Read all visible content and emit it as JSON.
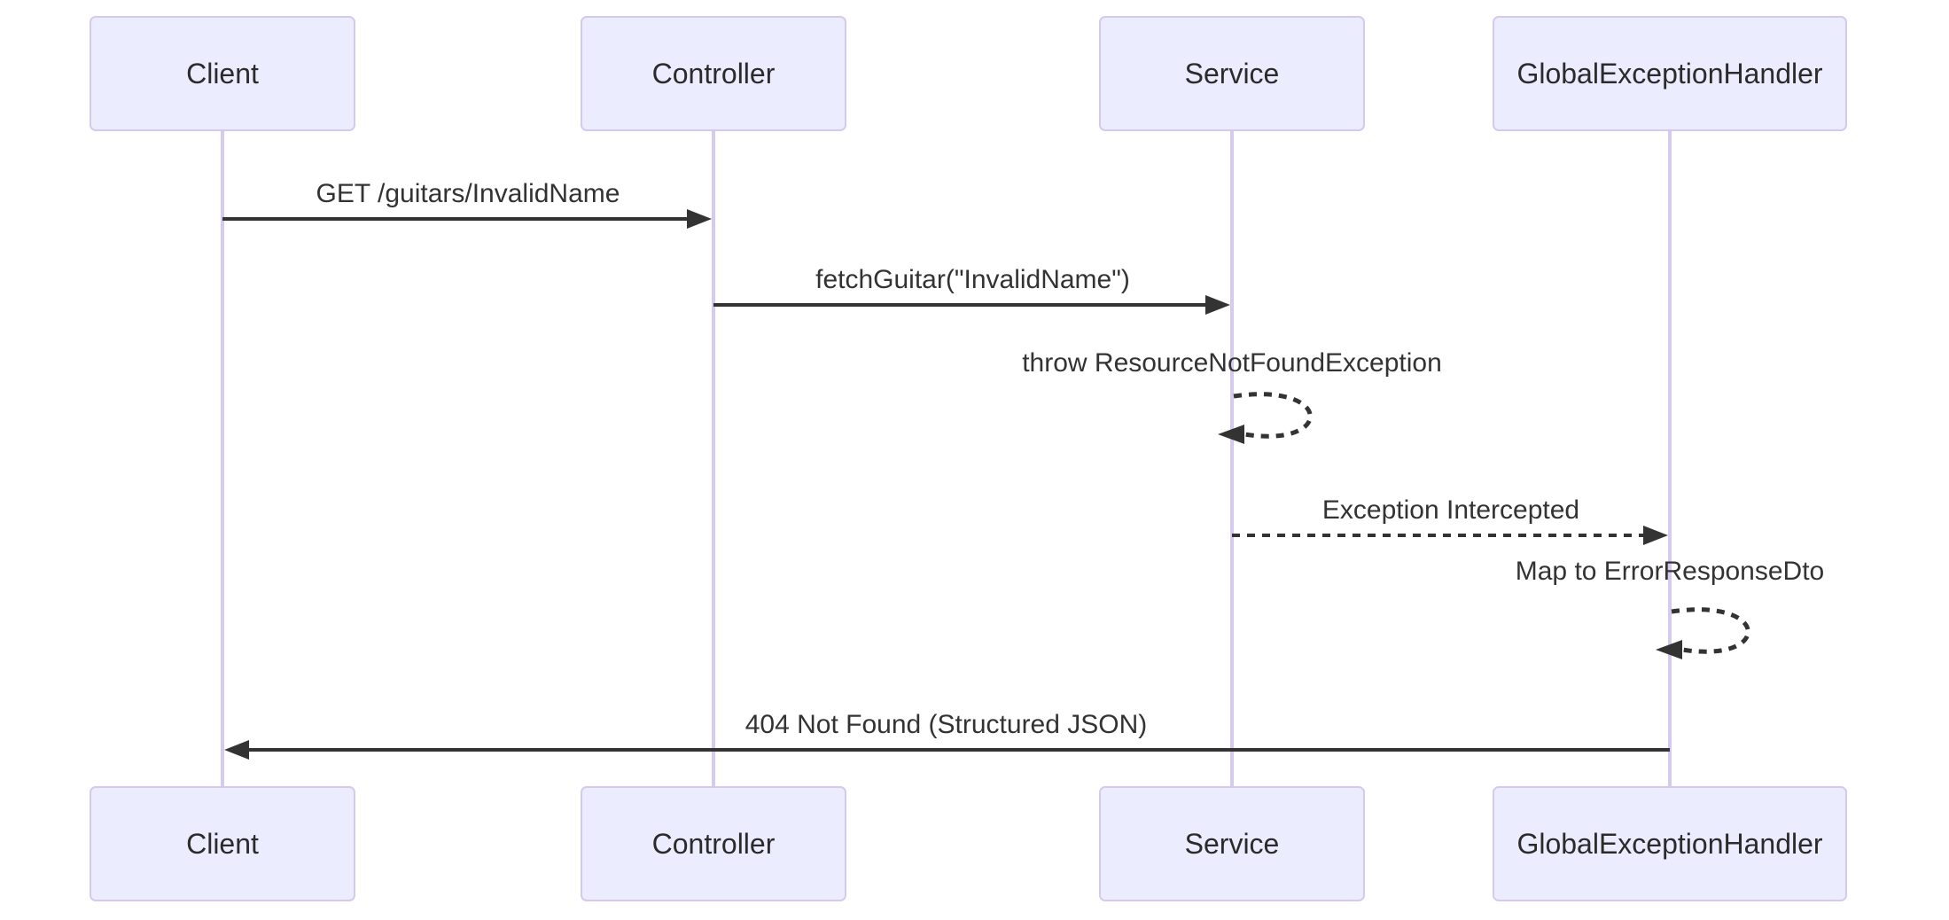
{
  "diagram": {
    "type": "sequence-diagram",
    "actors": [
      {
        "id": "client",
        "label": "Client"
      },
      {
        "id": "controller",
        "label": "Controller"
      },
      {
        "id": "service",
        "label": "Service"
      },
      {
        "id": "global-exception-handler",
        "label": "GlobalExceptionHandler"
      }
    ],
    "messages": [
      {
        "from": "client",
        "to": "controller",
        "label": "GET /guitars/InvalidName",
        "line": "solid",
        "kind": "message"
      },
      {
        "from": "controller",
        "to": "service",
        "label": "fetchGuitar(\"InvalidName\")",
        "line": "solid",
        "kind": "message"
      },
      {
        "from": "service",
        "to": "service",
        "label": "throw ResourceNotFoundException",
        "line": "dotted",
        "kind": "self"
      },
      {
        "from": "service",
        "to": "global-exception-handler",
        "label": "Exception Intercepted",
        "line": "dotted",
        "kind": "message"
      },
      {
        "from": "global-exception-handler",
        "to": "global-exception-handler",
        "label": "Map to ErrorResponseDto",
        "line": "dotted",
        "kind": "self"
      },
      {
        "from": "global-exception-handler",
        "to": "client",
        "label": "404 Not Found (Structured JSON)",
        "line": "solid",
        "kind": "message"
      }
    ],
    "colors": {
      "background": "#FFFFFF",
      "actor_fill": "#ECECFF",
      "actor_border": "#D6C9EE",
      "lifeline": "#D4CBEE",
      "arrow": "#333333",
      "text": "#333333"
    }
  }
}
